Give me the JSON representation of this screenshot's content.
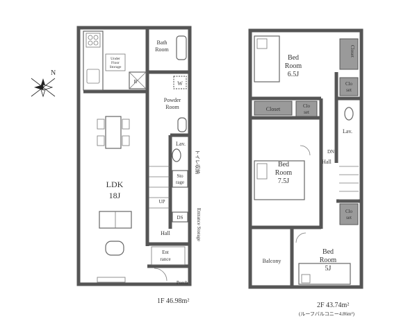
{
  "floor1": {
    "rooms": {
      "bath": [
        "Bath",
        "Room"
      ],
      "powder": [
        "Powder",
        "Room"
      ],
      "ldk": [
        "LDK",
        "18J"
      ],
      "lav": "Lav.",
      "storage": [
        "Sto",
        "rage"
      ],
      "up": "UP",
      "ds": "DS",
      "hall": "Hall",
      "entrance": [
        "Ent",
        "rance"
      ],
      "porch": "Porch",
      "under_floor": [
        "Under",
        "Floor",
        "Storage"
      ],
      "r_mark": "R",
      "w_mark": "W",
      "toilet_storage": "トイレ収納",
      "entrance_storage": "Entrance Storage"
    },
    "area_label": "1F 46.98m²"
  },
  "floor2": {
    "rooms": {
      "bed1": [
        "Bed",
        "Room",
        "6.5J"
      ],
      "closet_v": "Closet",
      "closet_top": [
        "Clo",
        "set"
      ],
      "closet_h": "Closet",
      "closet_small": [
        "Clo",
        "set"
      ],
      "lav": "Lav.",
      "dn": "DN",
      "hall": "Hall",
      "bed2": [
        "Bed",
        "Room",
        "7.5J"
      ],
      "closet_bottom": [
        "Clo",
        "set"
      ],
      "balcony": "Balcony",
      "bed3": [
        "Bed",
        "Room",
        "5J"
      ]
    },
    "area_label": "2F 43.74m²",
    "sub_label": "(ルーフバルコニー4.86m²)"
  },
  "compass": {
    "north": "N"
  }
}
